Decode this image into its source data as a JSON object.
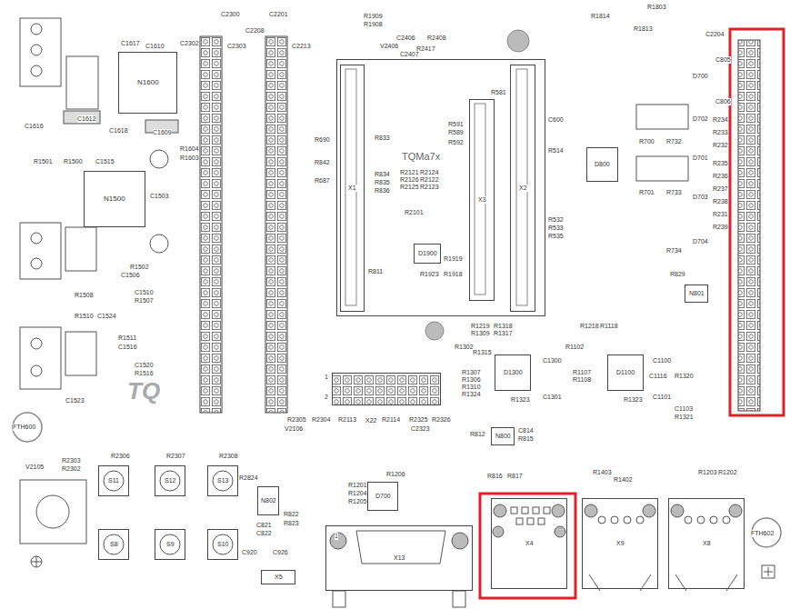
{
  "diagram": {
    "nodes": [
      {
        "text": [
          "TQMa7x"
        ]
      },
      {
        "text": [
          "X1"
        ],
        "in": 0
      },
      {
        "text": [
          "X3"
        ],
        "in": 0
      },
      {
        "text": [
          "X2"
        ],
        "in": 0
      },
      {
        "text": [
          "N1600"
        ]
      },
      {
        "text": [
          "N1500"
        ]
      },
      {
        "text": [
          "D1900"
        ]
      },
      {
        "text": [
          "D800"
        ]
      },
      {
        "text": [
          "D1300"
        ]
      },
      {
        "text": [
          "D1100"
        ]
      },
      {
        "text": [
          "N801"
        ]
      },
      {
        "text": [
          "X22"
        ]
      },
      {
        "text": [
          "N800"
        ]
      },
      {
        "text": [
          "S11"
        ]
      },
      {
        "text": [
          "S12"
        ]
      },
      {
        "text": [
          "S13"
        ]
      },
      {
        "text": [
          "N802"
        ]
      },
      {
        "text": [
          "D700"
        ]
      },
      {
        "text": [
          "S8"
        ]
      },
      {
        "text": [
          "S9"
        ]
      },
      {
        "text": [
          "S10"
        ]
      },
      {
        "text": [
          "X13"
        ]
      },
      {
        "text": [
          "X4"
        ]
      },
      {
        "text": [
          "X9"
        ]
      },
      {
        "text": [
          "X8"
        ]
      },
      {
        "text": [
          "X5"
        ]
      }
    ],
    "labels": [
      "C2300",
      "C2201",
      "C2302",
      "C2303",
      "C2208",
      "C2213",
      "R1909",
      "R1908",
      "R2408",
      "C2406",
      "V2406",
      "R2417",
      "C2407",
      "R1814",
      "R1803",
      "R1813",
      "C2204",
      "C1617",
      "C1610",
      "C1612",
      "C1618",
      "C1609",
      "C1616",
      "R1501",
      "R1500",
      "C1515",
      "R1604",
      "R1603",
      "C1503",
      "R1502",
      "C1506",
      "R1508",
      "C1510",
      "R1507",
      "R1510",
      "C1524",
      "R1511",
      "C1516",
      "C1520",
      "R1516",
      "C1523",
      "TQ",
      "R690",
      "R842",
      "R687",
      "R833",
      "R834",
      "R835",
      "R836",
      "R2121",
      "R2124",
      "R2126",
      "R2122",
      "R2125",
      "R2123",
      "R2101",
      "R811",
      "R1923",
      "R1919",
      "R1918",
      "R581",
      "R591",
      "R589",
      "R592",
      "C600",
      "R514",
      "R532",
      "R533",
      "R535",
      "C805",
      "D700",
      "C806",
      "R234",
      "D702",
      "R233",
      "R232",
      "D701",
      "R235",
      "R236",
      "R237",
      "D703",
      "R238",
      "R231",
      "R239",
      "D704",
      "R700",
      "R732",
      "R701",
      "R733",
      "R734",
      "R829",
      "R1219",
      "R1318",
      "R1309",
      "R1317",
      "R1302",
      "R1315",
      "R1307",
      "R1306",
      "R1310",
      "R1324",
      "R1323",
      "C1300",
      "C1301",
      "R1218",
      "R1118",
      "R1102",
      "R1107",
      "R1108",
      "R1323",
      "C1100",
      "C1101",
      "C1116",
      "R1320",
      "C1103",
      "R1321",
      "1",
      "2",
      "R2305",
      "R2304",
      "V2106",
      "R2113",
      "R2114",
      "R2325",
      "C2323",
      "R2326",
      "R812",
      "C814",
      "R815",
      "R816",
      "R817",
      "R1403",
      "R1402",
      "R1203",
      "R1202",
      "R1206",
      "R1201",
      "R1204",
      "R1205",
      "R2306",
      "R2307",
      "R2308",
      "R2303",
      "R2302",
      "V2105",
      "R2824",
      "R822",
      "R823",
      "C821",
      "C822",
      "C920",
      "C926",
      "FTH600",
      "FTH602",
      "1"
    ]
  }
}
